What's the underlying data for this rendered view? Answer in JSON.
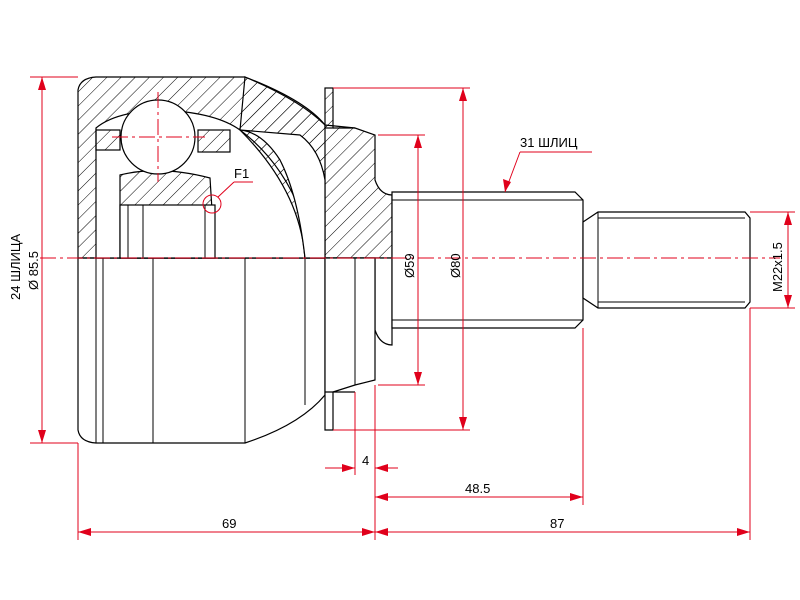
{
  "labels": {
    "splines_outer": "31 ШЛИЦ",
    "splines_inner": "24 ШЛИЦА",
    "diameter_outer_left": "Ø 85.5",
    "f1": "F1",
    "diameter_59": "Ø59",
    "diameter_80": "Ø80",
    "thread": "M22x1.5",
    "dim_4": "4",
    "dim_48_5": "48.5",
    "dim_69": "69",
    "dim_87": "87"
  },
  "colors": {
    "dimension": "#e0001b",
    "outline": "#000000"
  }
}
